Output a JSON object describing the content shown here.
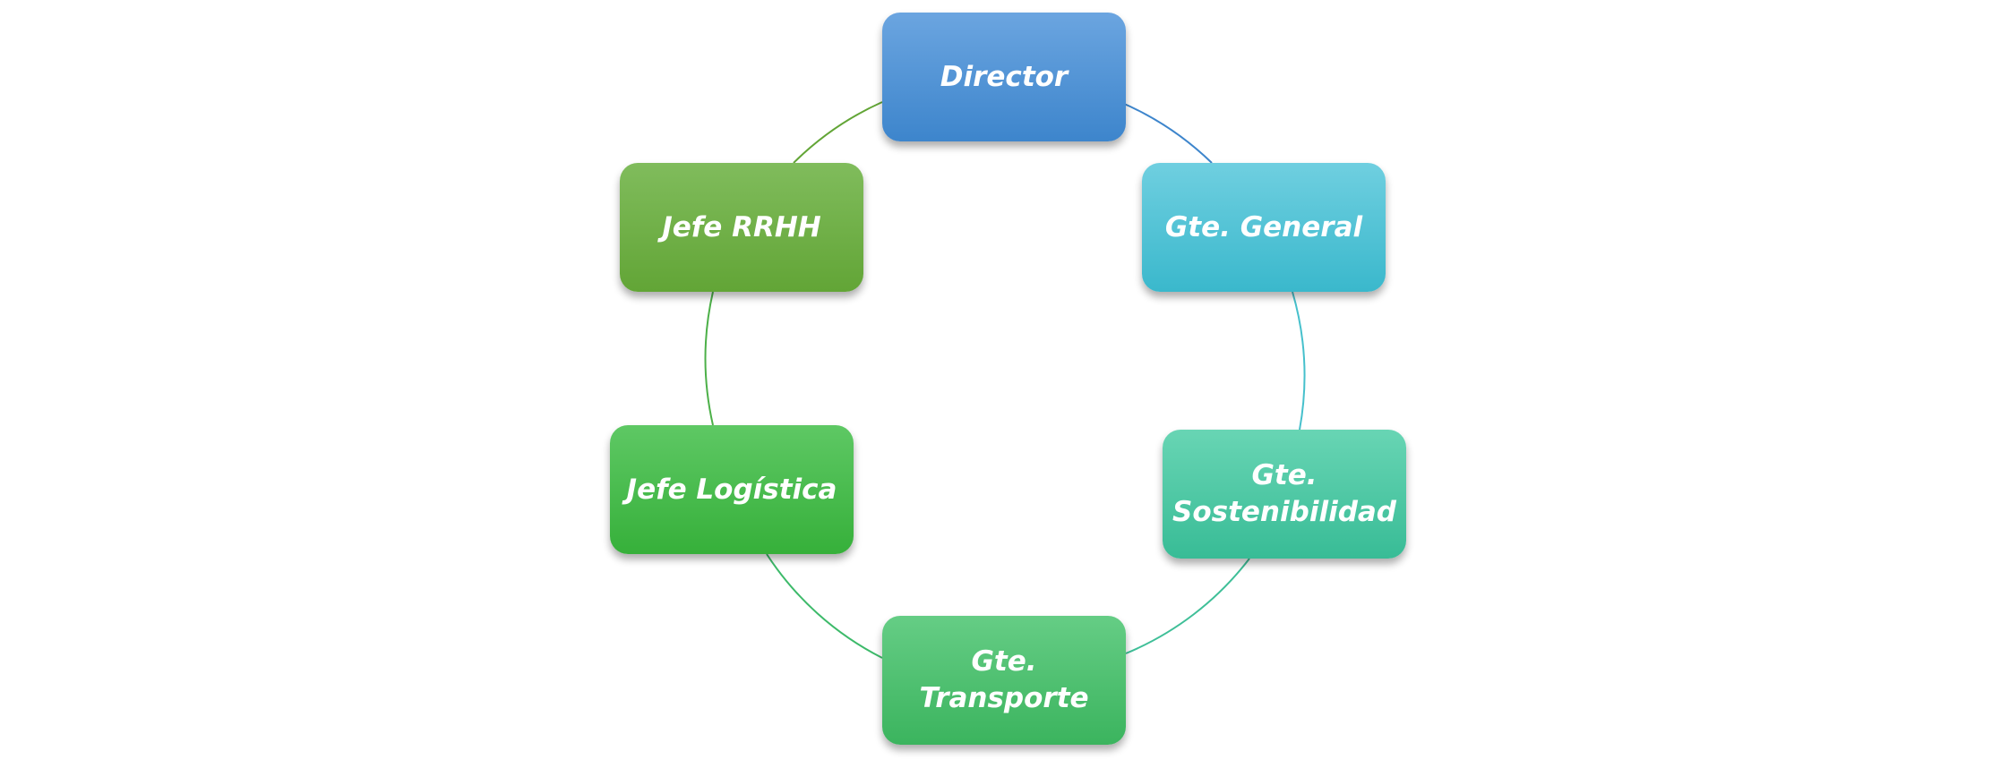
{
  "diagram": {
    "type": "cycle",
    "nodes": [
      {
        "id": "director",
        "label": "Director",
        "color": "#4a8fd4"
      },
      {
        "id": "general",
        "label": "Gte. General",
        "color": "#4cc0d2"
      },
      {
        "id": "sosten",
        "label": "Gte. Sostenibilidad",
        "color": "#48c6a2"
      },
      {
        "id": "transporte",
        "label": "Gte. Transporte",
        "color": "#48be6c"
      },
      {
        "id": "logistica",
        "label": "Jefe Logística",
        "color": "#44bb48"
      },
      {
        "id": "rrhh",
        "label": "Jefe RRHH",
        "color": "#6cae44"
      }
    ],
    "connectors": [
      {
        "from": "director",
        "to": "general",
        "color": "#3d85cc"
      },
      {
        "from": "general",
        "to": "sosten",
        "color": "#46c0cc"
      },
      {
        "from": "sosten",
        "to": "transporte",
        "color": "#3fbf98"
      },
      {
        "from": "transporte",
        "to": "logistica",
        "color": "#3dba6a"
      },
      {
        "from": "logistica",
        "to": "rrhh",
        "color": "#4cb048"
      },
      {
        "from": "rrhh",
        "to": "director",
        "color": "#62a536"
      }
    ]
  }
}
